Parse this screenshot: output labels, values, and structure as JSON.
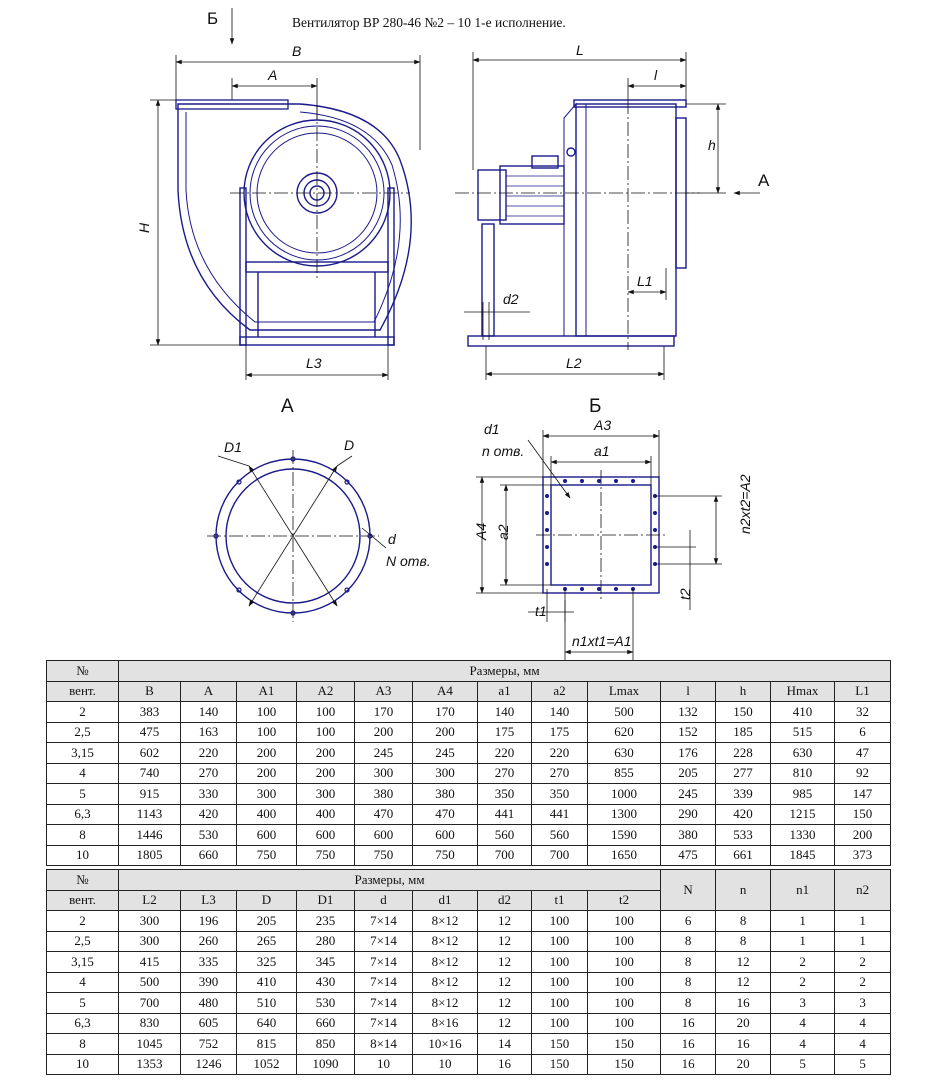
{
  "title": "Вентилятор ВР 280-46 №2 – 10 1-е исполнение.",
  "drawing": {
    "labels": {
      "B_top": "Б",
      "B": "B",
      "A": "A",
      "H": "H",
      "L3": "L3",
      "L": "L",
      "l": "l",
      "h": "h",
      "A_arrow": "A",
      "L1": "L1",
      "d2": "d2",
      "L2": "L2",
      "view_A": "А",
      "view_B": "Б",
      "D1": "D1",
      "D": "D",
      "d": "d",
      "N_otv": "N отв.",
      "d1": "d1",
      "n_otv": "n отв.",
      "A3": "A3",
      "a1": "a1",
      "A4": "A4",
      "a2": "a2",
      "n2t2": "n2xt2=A2",
      "t2": "t2",
      "t1": "t1",
      "n1t1": "n1xt1=A1"
    }
  },
  "table1": {
    "num_label": "№",
    "vent_label": "вент.",
    "group_label": "Размеры, мм",
    "columns": [
      "B",
      "A",
      "A1",
      "A2",
      "A3",
      "A4",
      "a1",
      "a2",
      "Lmax",
      "l",
      "h",
      "Hmax",
      "L1"
    ],
    "rows": [
      [
        "2",
        "383",
        "140",
        "100",
        "100",
        "170",
        "170",
        "140",
        "140",
        "500",
        "132",
        "150",
        "410",
        "32"
      ],
      [
        "2,5",
        "475",
        "163",
        "100",
        "100",
        "200",
        "200",
        "175",
        "175",
        "620",
        "152",
        "185",
        "515",
        "6"
      ],
      [
        "3,15",
        "602",
        "220",
        "200",
        "200",
        "245",
        "245",
        "220",
        "220",
        "630",
        "176",
        "228",
        "630",
        "47"
      ],
      [
        "4",
        "740",
        "270",
        "200",
        "200",
        "300",
        "300",
        "270",
        "270",
        "855",
        "205",
        "277",
        "810",
        "92"
      ],
      [
        "5",
        "915",
        "330",
        "300",
        "300",
        "380",
        "380",
        "350",
        "350",
        "1000",
        "245",
        "339",
        "985",
        "147"
      ],
      [
        "6,3",
        "1143",
        "420",
        "400",
        "400",
        "470",
        "470",
        "441",
        "441",
        "1300",
        "290",
        "420",
        "1215",
        "150"
      ],
      [
        "8",
        "1446",
        "530",
        "600",
        "600",
        "600",
        "600",
        "560",
        "560",
        "1590",
        "380",
        "533",
        "1330",
        "200"
      ],
      [
        "10",
        "1805",
        "660",
        "750",
        "750",
        "750",
        "750",
        "700",
        "700",
        "1650",
        "475",
        "661",
        "1845",
        "373"
      ]
    ]
  },
  "table2": {
    "num_label": "№",
    "vent_label": "вент.",
    "group_label": "Размеры, мм",
    "columns": [
      "L2",
      "L3",
      "D",
      "D1",
      "d",
      "d1",
      "d2",
      "t1",
      "t2"
    ],
    "extra_columns": [
      "N",
      "n",
      "n1",
      "n2"
    ],
    "rows": [
      [
        "2",
        "300",
        "196",
        "205",
        "235",
        "7×14",
        "8×12",
        "12",
        "100",
        "100",
        "6",
        "8",
        "1",
        "1"
      ],
      [
        "2,5",
        "300",
        "260",
        "265",
        "280",
        "7×14",
        "8×12",
        "12",
        "100",
        "100",
        "8",
        "8",
        "1",
        "1"
      ],
      [
        "3,15",
        "415",
        "335",
        "325",
        "345",
        "7×14",
        "8×12",
        "12",
        "100",
        "100",
        "8",
        "12",
        "2",
        "2"
      ],
      [
        "4",
        "500",
        "390",
        "410",
        "430",
        "7×14",
        "8×12",
        "12",
        "100",
        "100",
        "8",
        "12",
        "2",
        "2"
      ],
      [
        "5",
        "700",
        "480",
        "510",
        "530",
        "7×14",
        "8×12",
        "12",
        "100",
        "100",
        "8",
        "16",
        "3",
        "3"
      ],
      [
        "6,3",
        "830",
        "605",
        "640",
        "660",
        "7×14",
        "8×16",
        "12",
        "100",
        "100",
        "16",
        "20",
        "4",
        "4"
      ],
      [
        "8",
        "1045",
        "752",
        "815",
        "850",
        "8×14",
        "10×16",
        "14",
        "150",
        "150",
        "16",
        "16",
        "4",
        "4"
      ],
      [
        "10",
        "1353",
        "1246",
        "1052",
        "1090",
        "10",
        "10",
        "16",
        "150",
        "150",
        "16",
        "20",
        "5",
        "5"
      ]
    ]
  }
}
